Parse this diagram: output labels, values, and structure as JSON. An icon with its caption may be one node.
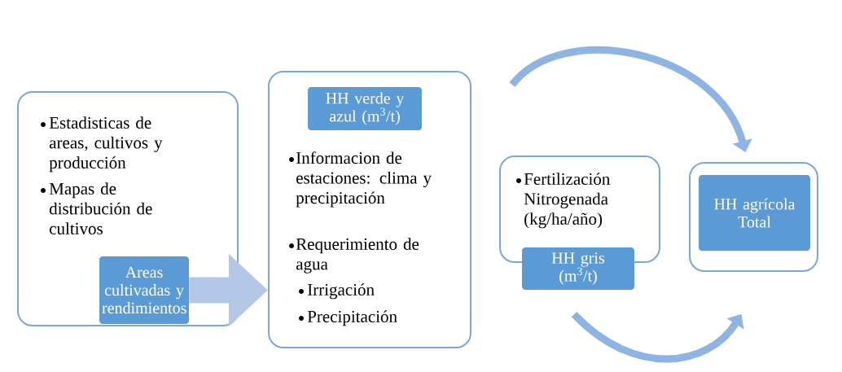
{
  "diagram": {
    "nodes": [
      {
        "text": [
          "Estadisticas de areas, cultivos y producción",
          "Mapas de distribución de cultivos"
        ]
      },
      {
        "text": [
          "Areas cultivadas y rendimientos"
        ],
        "in": 0
      },
      {
        "text": [
          "Informacion de estaciones: clima y precipitación",
          "Requerimiento de agua",
          "Irrigación",
          "Precipitación"
        ]
      },
      {
        "text": [
          "HH verde y azul (m$^{3}$/t)"
        ],
        "in": 2
      },
      {
        "text": [
          "Fertilización Nitrogenada (kg/ha/año)"
        ]
      },
      {
        "text": [
          "HH gris (m$^{3}$/t)"
        ]
      },
      {
        "text": [],
        "shape": "box"
      },
      {
        "text": [
          "HH agrícola Total"
        ],
        "in": 6
      }
    ],
    "edges": [
      {
        "from": 1,
        "to": 2,
        "arrow": "to",
        "style": "thick",
        "color": "#b4c7e7"
      },
      {
        "from": 2,
        "to": 6,
        "arrow": "to"
      },
      {
        "from": 5,
        "to": 6,
        "arrow": "to"
      }
    ]
  }
}
